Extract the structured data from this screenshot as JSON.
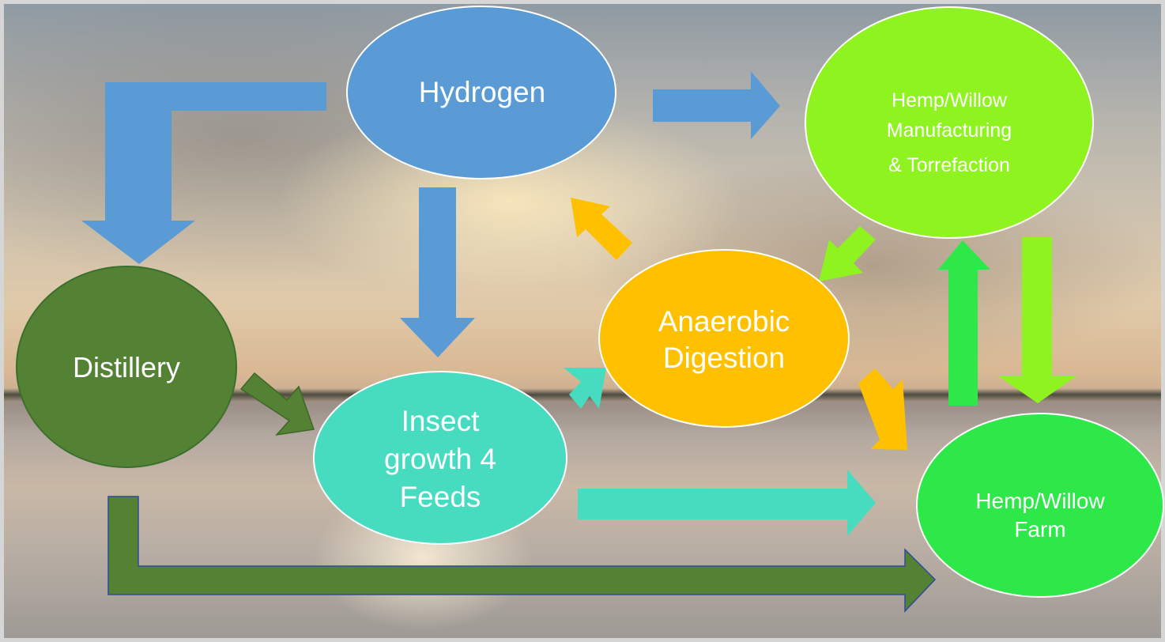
{
  "nodes": {
    "hydrogen": {
      "label": "Hydrogen",
      "color": "#5b9bd5"
    },
    "hemp_manufacturing": {
      "line1": "Hemp/Willow",
      "line2": "Manufacturing",
      "line3": "& Torrefaction",
      "color": "#8ef31f"
    },
    "distillery": {
      "label": "Distillery",
      "color": "#548235"
    },
    "anaerobic": {
      "line1": "Anaerobic",
      "line2": "Digestion",
      "color": "#ffc000"
    },
    "insect": {
      "line1": "Insect",
      "line2": "growth 4",
      "line3": "Feeds",
      "color": "#47dcc0"
    },
    "hemp_farm": {
      "line1": "Hemp/Willow",
      "line2": "Farm",
      "color": "#2ee84a"
    }
  },
  "arrows": [
    {
      "from": "hydrogen",
      "to": "distillery",
      "color": "#5b9bd5"
    },
    {
      "from": "hydrogen",
      "to": "insect",
      "color": "#5b9bd5"
    },
    {
      "from": "hydrogen",
      "to": "hemp_manufacturing",
      "color": "#5b9bd5"
    },
    {
      "from": "distillery",
      "to": "insect",
      "color": "#548235"
    },
    {
      "from": "distillery",
      "to": "hemp_farm",
      "color": "#548235"
    },
    {
      "from": "insect",
      "to": "anaerobic",
      "color": "#47dcc0"
    },
    {
      "from": "insect",
      "to": "hemp_farm",
      "color": "#47dcc0"
    },
    {
      "from": "anaerobic",
      "to": "hydrogen",
      "color": "#ffc000"
    },
    {
      "from": "anaerobic",
      "to": "hemp_farm",
      "color": "#ffc000"
    },
    {
      "from": "hemp_manufacturing",
      "to": "anaerobic",
      "color": "#8ef31f"
    },
    {
      "from": "hemp_manufacturing",
      "to": "hemp_farm",
      "color": "#8ef31f"
    },
    {
      "from": "hemp_farm",
      "to": "hemp_manufacturing",
      "color": "#2ee84a"
    }
  ]
}
